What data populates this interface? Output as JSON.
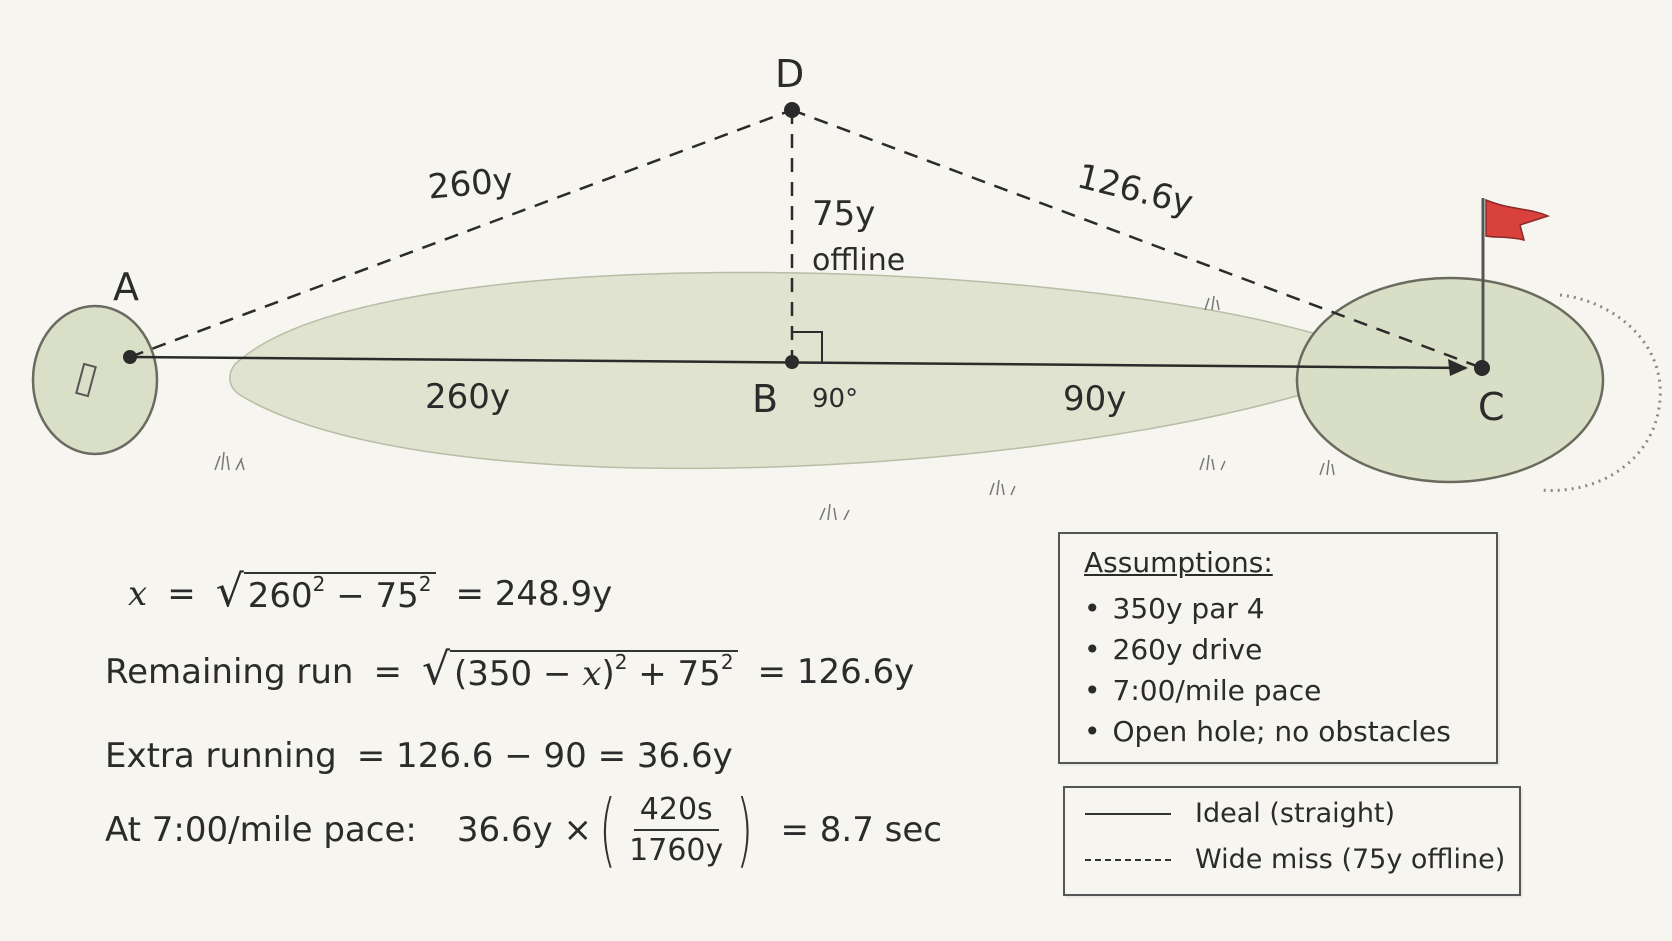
{
  "diagram": {
    "points": {
      "A": "A",
      "B": "B",
      "C": "C",
      "D": "D"
    },
    "labels": {
      "ad": "260y",
      "dc": "126.6y",
      "db_value": "75y",
      "db_note": "offline",
      "ab": "260y",
      "bc": "90y",
      "angle": "90°"
    }
  },
  "equations": {
    "eq1": {
      "var": "x",
      "eq": "=",
      "a": "260",
      "exp": "2",
      "minus": "−",
      "b": "75",
      "result": "= 248.9y"
    },
    "eq2": {
      "label": "Remaining run",
      "eq": "=",
      "open": "(350 − ",
      "var": "x",
      "close": ")",
      "exp": "2",
      "plus": "+ 75",
      "result": "= 126.6y"
    },
    "eq3": {
      "label": "Extra running",
      "expr": "= 126.6 − 90 = 36.6y"
    },
    "eq4": {
      "label": "At 7:00/mile pace:",
      "lhs": "36.6y ×",
      "num": "420s",
      "den": "1760y",
      "result": "= 8.7 sec"
    }
  },
  "assumptions": {
    "title": "Assumptions:",
    "items": [
      "350y par 4",
      "260y drive",
      "7:00/mile pace",
      "Open hole; no obstacles"
    ]
  },
  "legend": {
    "ideal": "Ideal (straight)",
    "miss": "Wide miss (75y offline)"
  },
  "colors": {
    "fairway": "#dfe3cf",
    "green": "#d9dfc6",
    "flag": "#d9413c",
    "ink": "#2b2b2b"
  }
}
